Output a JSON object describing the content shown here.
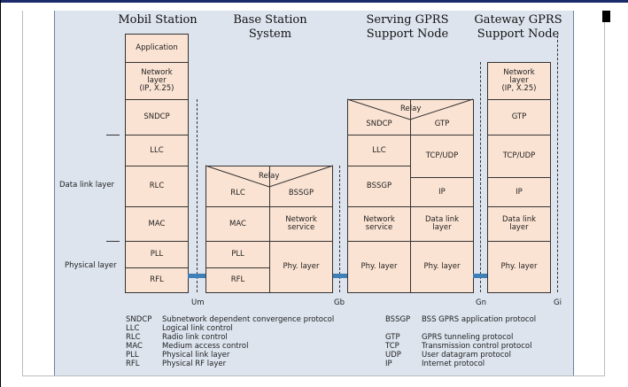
{
  "titles": {
    "ms": "Mobil Station",
    "bss": "Base Station\nSystem",
    "sgsn": "Serving GPRS\nSupport Node",
    "ggsn": "Gateway GPRS\nSupport Node"
  },
  "side_labels": {
    "data_link": "Data link layer",
    "physical": "Physical layer"
  },
  "ms": [
    "Application",
    "Network\nlayer\n(IP, X.25)",
    "SNDCP",
    "LLC",
    "RLC",
    "MAC",
    "PLL",
    "RFL"
  ],
  "bss": {
    "relay": "Relay",
    "left": [
      "RLC",
      "MAC",
      "PLL",
      "RFL"
    ],
    "right": [
      "BSSGP",
      "Network\nservice",
      "Phy. layer"
    ]
  },
  "sgsn": {
    "relay": "Relay",
    "left": [
      "SNDCP",
      "LLC",
      "BSSGP",
      "Network\nservice",
      "Phy. layer"
    ],
    "right": [
      "GTP",
      "TCP/UDP",
      "IP",
      "Data link\nlayer",
      "Phy. layer"
    ]
  },
  "ggsn": [
    "Network\nlayer\n(IP, X.25)",
    "GTP",
    "TCP/UDP",
    "IP",
    "Data link\nlayer",
    "Phy. layer"
  ],
  "interfaces": [
    "Um",
    "Gb",
    "Gn",
    "Gi"
  ],
  "legend_left": [
    [
      "SNDCP",
      "Subnetwork dependent convergence protocol"
    ],
    [
      "LLC",
      "Logical link control"
    ],
    [
      "RLC",
      "Radio link control"
    ],
    [
      "MAC",
      "Medium access control"
    ],
    [
      "PLL",
      "Physical link layer"
    ],
    [
      "RFL",
      "Physical RF layer"
    ]
  ],
  "legend_right": [
    [
      "BSSGP",
      "BSS GPRS application protocol"
    ],
    [
      "GTP",
      "GPRS tunneling protocol"
    ],
    [
      "TCP",
      "Transmission control protocol"
    ],
    [
      "UDP",
      "User datagram protocol"
    ],
    [
      "IP",
      "Internet protocol"
    ]
  ]
}
